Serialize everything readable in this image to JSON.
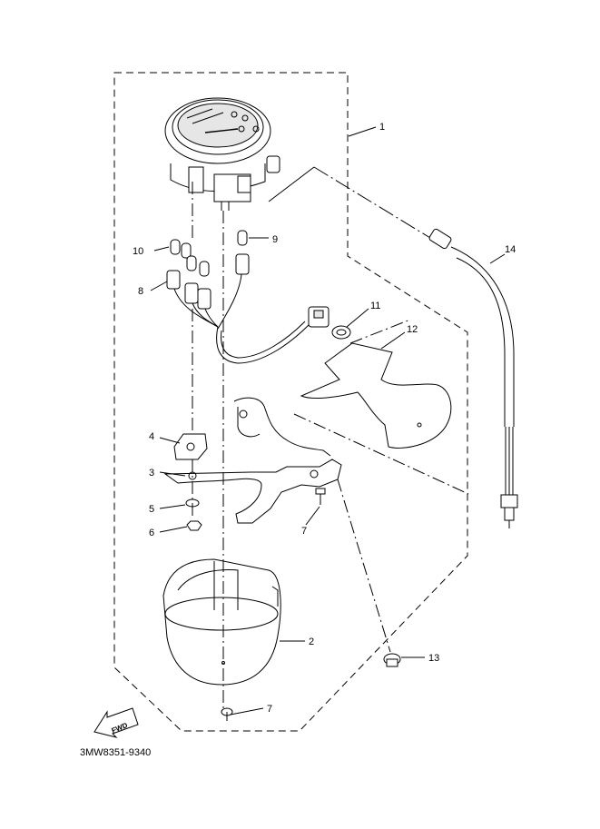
{
  "diagram": {
    "part_code": "3MW8351-9340",
    "fwd_label": "FWD",
    "callouts": {
      "c1": "1",
      "c2": "2",
      "c3": "3",
      "c4": "4",
      "c5": "5",
      "c6": "6",
      "c7a": "7",
      "c7b": "7",
      "c8": "8",
      "c9": "9",
      "c10": "10",
      "c11": "11",
      "c12": "12",
      "c13": "13",
      "c14": "14"
    }
  },
  "colors": {
    "line": "#000000",
    "fill": "#ffffff",
    "shade": "#e6e6e6"
  }
}
